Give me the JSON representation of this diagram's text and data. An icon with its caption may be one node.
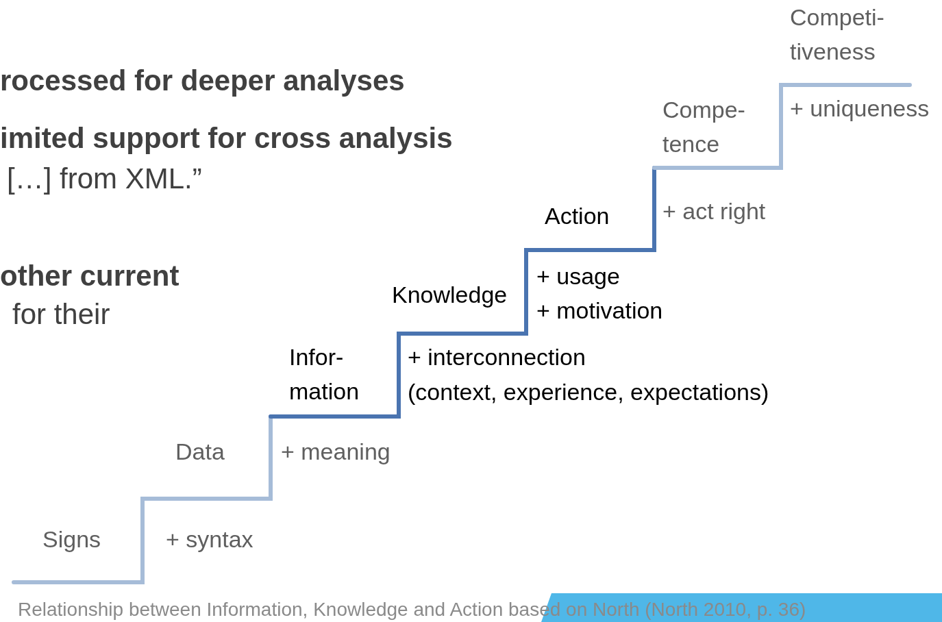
{
  "diagram": {
    "caption": "Relationship between Information, Knowledge and Action based on North (North 2010, p. 36)",
    "labels": [
      "Competi- tiveness",
      "rocessed for deeper analyses",
      "Compe- tence",
      "+ uniqueness",
      "imited support for cross analysis",
      "[…] from XML.”",
      "Action",
      "+ act right",
      "other current",
      "+ usage",
      "Knowledge",
      "for their",
      "+ motivation",
      "Infor- mation",
      "+ interconnection",
      "(context, experience, expectations)",
      "Data",
      "+ meaning",
      "Signs",
      "+ syntax"
    ]
  }
}
